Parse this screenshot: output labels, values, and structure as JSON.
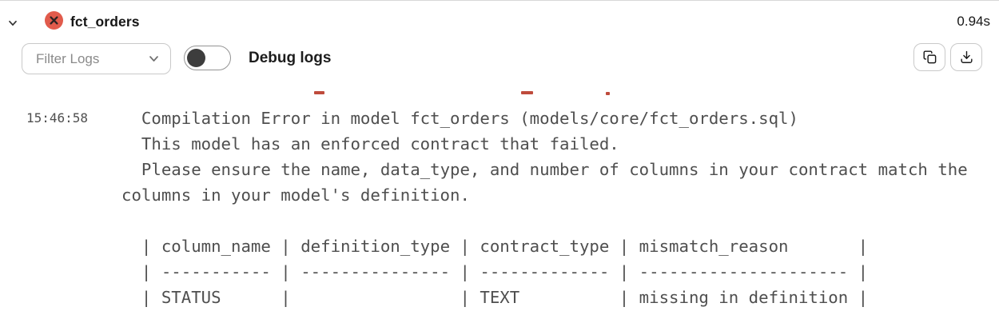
{
  "header": {
    "model_name": "fct_orders",
    "duration": "0.94s",
    "status": "error"
  },
  "toolbar": {
    "filter_label": "Filter Logs",
    "debug_label": "Debug logs",
    "debug_toggle_on": false
  },
  "log_entry": {
    "timestamp": "15:46:58",
    "message": "  Compilation Error in model fct_orders (models/core/fct_orders.sql)\n  This model has an enforced contract that failed.\n  Please ensure the name, data_type, and number of columns in your contract match the columns in your model's definition.\n\n  | column_name | definition_type | contract_type | mismatch_reason       |\n  | ----------- | --------------- | ------------- | --------------------- |\n  | STATUS      |                 | TEXT          | missing in definition |",
    "error_table": {
      "headers": [
        "column_name",
        "definition_type",
        "contract_type",
        "mismatch_reason"
      ],
      "rows": [
        [
          "STATUS",
          "",
          "TEXT",
          "missing in definition"
        ]
      ]
    }
  },
  "icons": {
    "collapse": "chevron-down",
    "status": "error-x-circle",
    "filter_dropdown": "chevron-down",
    "copy": "copy-document",
    "download": "download-tray"
  },
  "colors": {
    "error_badge": "#e15b4c",
    "error_badge_glyph": "#2a2222",
    "clipped_red_text_fragments": "#bf4b3c",
    "log_text": "#4f4f4f",
    "ui_text": "#161616",
    "muted_text": "#8a8a8a",
    "border": "#c9c9c9"
  }
}
